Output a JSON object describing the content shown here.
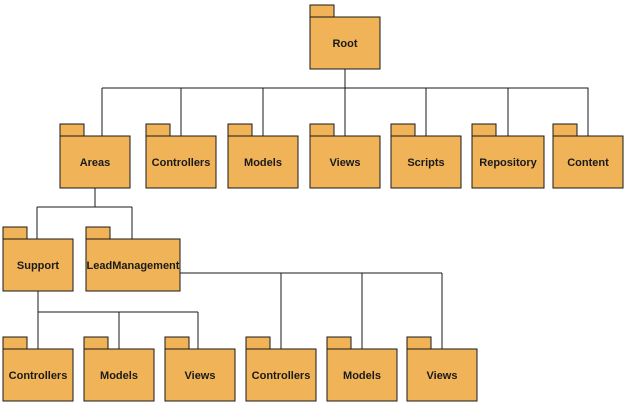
{
  "diagram": {
    "type": "folder-tree",
    "colors": {
      "folder_fill": "#f0b357",
      "folder_stroke": "#1a1a1a",
      "label": "#1a1a1a",
      "connector": "#1a1a1a"
    },
    "nodes": [
      {
        "id": "root",
        "label": "Root"
      },
      {
        "id": "areas",
        "label": "Areas"
      },
      {
        "id": "controllers",
        "label": "Controllers"
      },
      {
        "id": "models",
        "label": "Models"
      },
      {
        "id": "views",
        "label": "Views"
      },
      {
        "id": "scripts",
        "label": "Scripts"
      },
      {
        "id": "repository",
        "label": "Repository"
      },
      {
        "id": "content",
        "label": "Content"
      },
      {
        "id": "support",
        "label": "Support"
      },
      {
        "id": "leadmanagement",
        "label": "LeadManagement"
      },
      {
        "id": "support-controllers",
        "label": "Controllers"
      },
      {
        "id": "support-models",
        "label": "Models"
      },
      {
        "id": "support-views",
        "label": "Views"
      },
      {
        "id": "lead-controllers",
        "label": "Controllers"
      },
      {
        "id": "lead-models",
        "label": "Models"
      },
      {
        "id": "lead-views",
        "label": "Views"
      }
    ],
    "edges": [
      [
        "root",
        "areas"
      ],
      [
        "root",
        "controllers"
      ],
      [
        "root",
        "models"
      ],
      [
        "root",
        "views"
      ],
      [
        "root",
        "scripts"
      ],
      [
        "root",
        "repository"
      ],
      [
        "root",
        "content"
      ],
      [
        "areas",
        "support"
      ],
      [
        "areas",
        "leadmanagement"
      ],
      [
        "support",
        "support-controllers"
      ],
      [
        "support",
        "support-models"
      ],
      [
        "support",
        "support-views"
      ],
      [
        "leadmanagement",
        "lead-controllers"
      ],
      [
        "leadmanagement",
        "lead-models"
      ],
      [
        "leadmanagement",
        "lead-views"
      ]
    ]
  }
}
